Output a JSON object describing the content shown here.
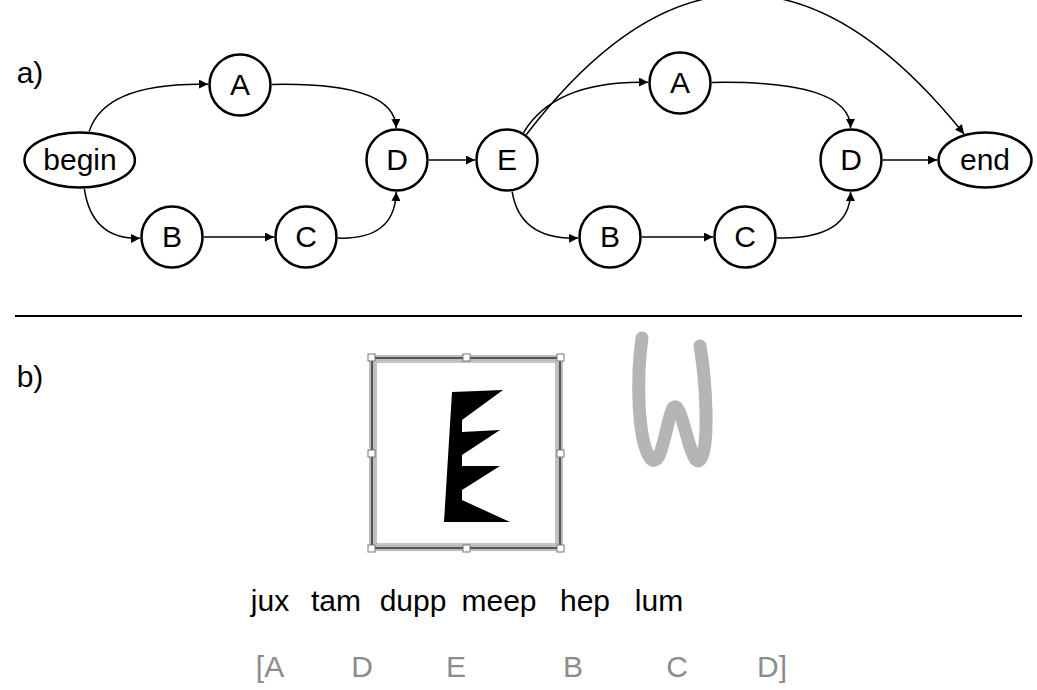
{
  "diagram": {
    "nodes": [
      {
        "text": [
          "begin"
        ]
      },
      {
        "text": [
          "A"
        ]
      },
      {
        "text": [
          "B"
        ]
      },
      {
        "text": [
          "C"
        ]
      },
      {
        "text": [
          "D"
        ]
      },
      {
        "text": [
          "E"
        ]
      },
      {
        "text": [
          "A"
        ]
      },
      {
        "text": [
          "B"
        ]
      },
      {
        "text": [
          "C"
        ]
      },
      {
        "text": [
          "D"
        ]
      },
      {
        "text": [
          "end"
        ]
      }
    ],
    "edges": [
      {
        "from": 0,
        "to": 1,
        "arrow": "to"
      },
      {
        "from": 0,
        "to": 2,
        "arrow": "to"
      },
      {
        "from": 2,
        "to": 3,
        "arrow": "to"
      },
      {
        "from": 1,
        "to": 4,
        "arrow": "to"
      },
      {
        "from": 3,
        "to": 4,
        "arrow": "to"
      },
      {
        "from": 4,
        "to": 5,
        "arrow": "to"
      },
      {
        "from": 5,
        "to": 6,
        "arrow": "to"
      },
      {
        "from": 5,
        "to": 7,
        "arrow": "to"
      },
      {
        "from": 7,
        "to": 8,
        "arrow": "to"
      },
      {
        "from": 6,
        "to": 9,
        "arrow": "to"
      },
      {
        "from": 8,
        "to": 9,
        "arrow": "to"
      },
      {
        "from": 9,
        "to": 10,
        "arrow": "to"
      },
      {
        "from": 5,
        "to": 10,
        "arrow": "to"
      }
    ],
    "labels": [
      "a)",
      "b)",
      "jux",
      "tam",
      "dupp",
      "meep",
      "hep",
      "lum",
      "[A",
      "D",
      "E",
      "B",
      "C",
      "D]"
    ]
  }
}
